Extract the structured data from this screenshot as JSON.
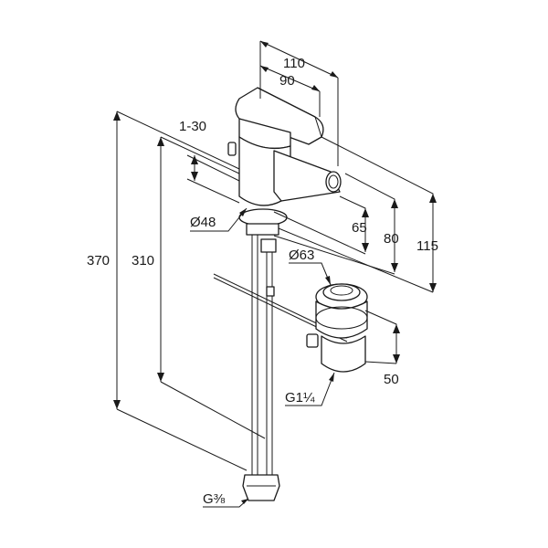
{
  "diagram": {
    "dimensions": {
      "width_110": "110",
      "width_90": "90",
      "range_1_30": "1-30",
      "diameter_48": "Ø48",
      "diameter_63": "Ø63",
      "height_370": "370",
      "height_310": "310",
      "height_65": "65",
      "height_80": "80",
      "height_115": "115",
      "height_50": "50",
      "thread_waste": "G1¼",
      "thread_supply": "G⅜"
    }
  }
}
